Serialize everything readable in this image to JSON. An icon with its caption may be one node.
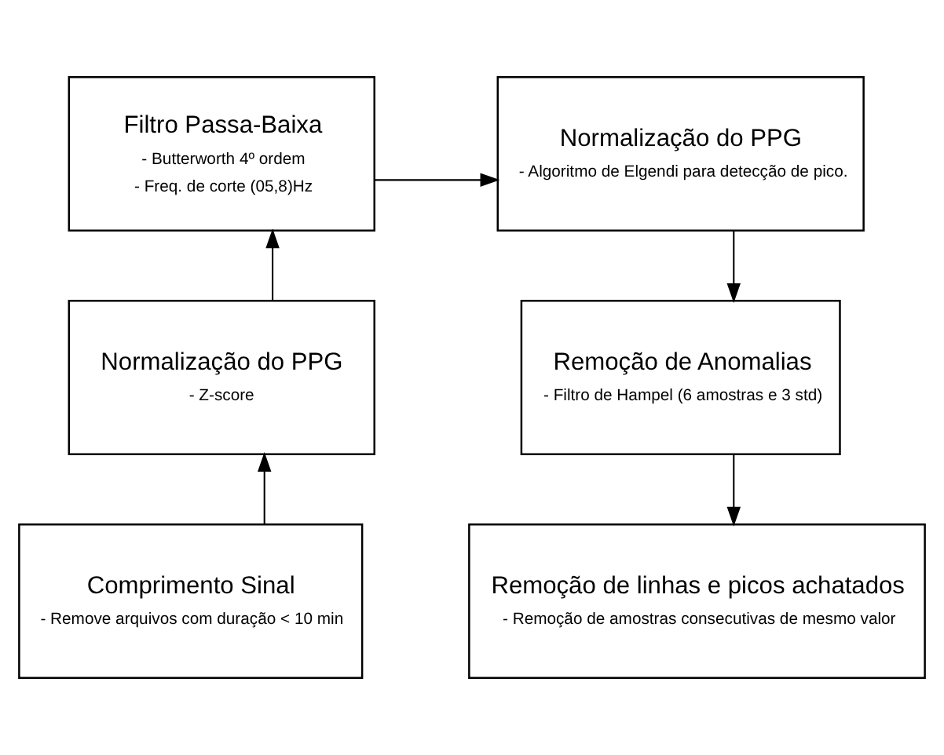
{
  "diagram": {
    "nodes": [
      {
        "text": [
          "Filtro Passa-Baixa",
          "- Butterworth 4º ordem",
          "- Freq. de corte (05,8)Hz"
        ]
      },
      {
        "text": [
          "Normalização do PPG",
          "- Algoritmo de Elgendi para detecção de pico."
        ]
      },
      {
        "text": [
          "Normalização do PPG",
          "- Z-score"
        ]
      },
      {
        "text": [
          "Remoção de Anomalias",
          "- Filtro de Hampel (6 amostras e 3 std)"
        ]
      },
      {
        "text": [
          "Comprimento Sinal",
          "- Remove arquivos com duração < 10 min"
        ]
      },
      {
        "text": [
          "Remoção de linhas e picos achatados",
          "- Remoção de amostras consecutivas de mesmo valor"
        ]
      }
    ],
    "edges": [
      {
        "from": 4,
        "to": 2,
        "arrow": "to"
      },
      {
        "from": 2,
        "to": 0,
        "arrow": "to"
      },
      {
        "from": 0,
        "to": 1,
        "arrow": "to"
      },
      {
        "from": 1,
        "to": 3,
        "arrow": "to"
      },
      {
        "from": 3,
        "to": 5,
        "arrow": "to"
      }
    ]
  }
}
